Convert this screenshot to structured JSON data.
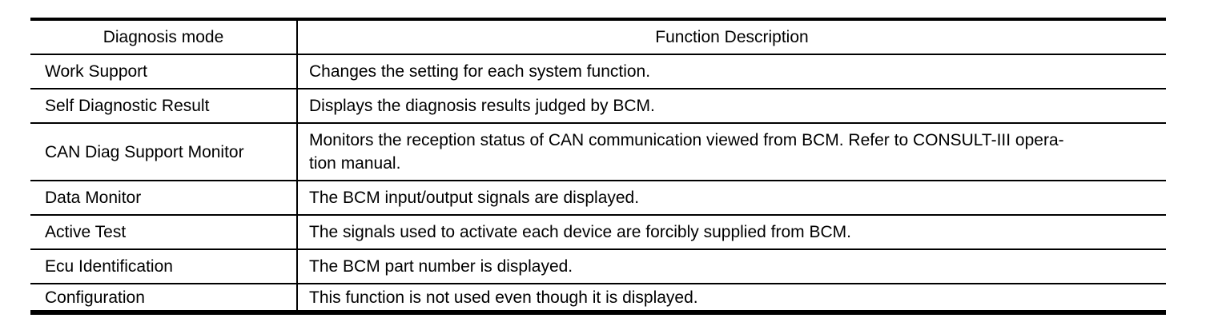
{
  "colors": {
    "ink": "#000000",
    "paper": "#ffffff"
  },
  "table": {
    "headers": {
      "diagnosis_mode": "Diagnosis mode",
      "function_description": "Function Description"
    },
    "rows": [
      {
        "mode": "Work Support",
        "description": "Changes the setting for each system function."
      },
      {
        "mode": "Self Diagnostic Result",
        "description": "Displays the diagnosis results judged by BCM."
      },
      {
        "mode": "CAN Diag Support Monitor",
        "description": "Monitors the reception status of CAN communication viewed from BCM. Refer to CONSULT-III opera-\ntion manual."
      },
      {
        "mode": "Data Monitor",
        "description": "The BCM input/output signals are displayed."
      },
      {
        "mode": "Active Test",
        "description": "The signals used to activate each device are forcibly supplied from BCM."
      },
      {
        "mode": "Ecu Identification",
        "description": "The BCM part number is displayed."
      },
      {
        "mode": "Configuration",
        "description": "This function is not used even though it is displayed."
      }
    ]
  }
}
